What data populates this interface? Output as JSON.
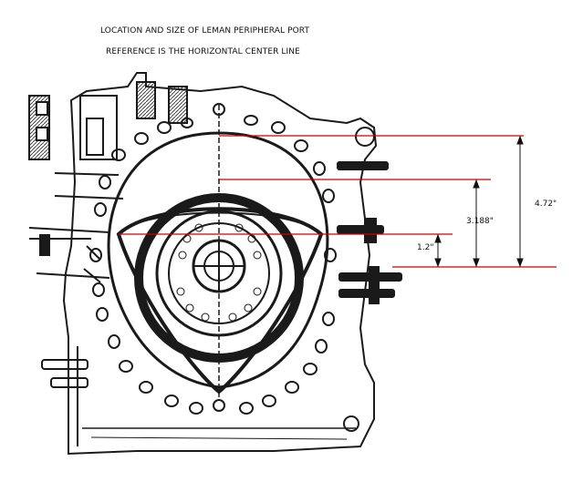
{
  "title_line1": "LOCATION AND SIZE OF LEMAN PERIPHERAL PORT",
  "title_line2": "REFERENCE IS THE HORIZONTAL CENTER LINE",
  "dimensions": {
    "top_port_edge": "4.72\"",
    "bottom_port_edge": "3.188\"",
    "port_center_offset": "1.2\""
  },
  "colors": {
    "dimension_line": "#cc0000",
    "drawing": "#1a1a1a"
  }
}
